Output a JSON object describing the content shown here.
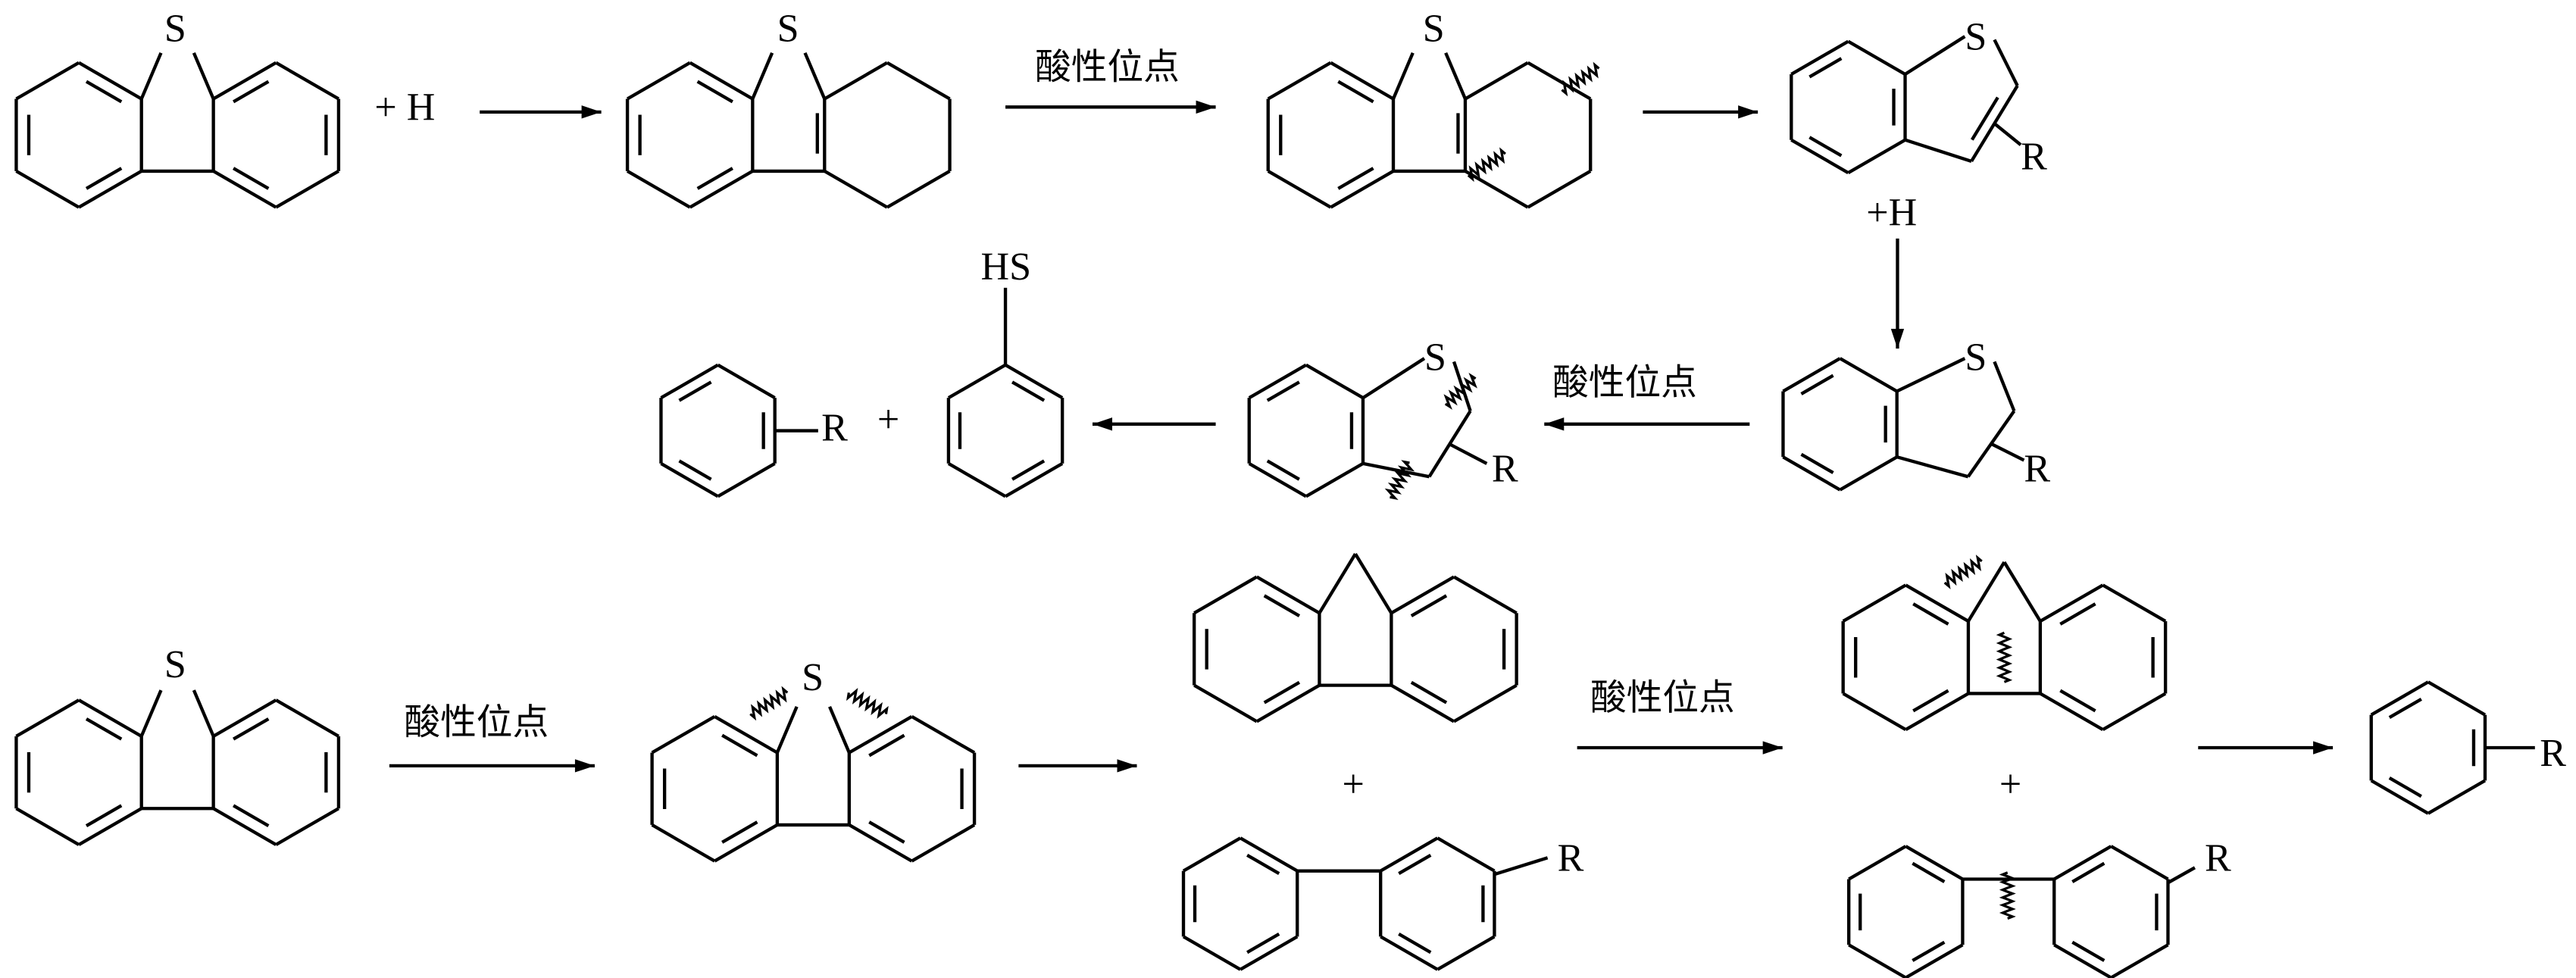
{
  "scheme": {
    "sulfur": "S",
    "thiol": "HS",
    "substituent": "R",
    "plus": "+",
    "hydrogen_reagent": "+ H",
    "hydrogen_step": "+H",
    "acid_site": "酸性位点"
  },
  "colors": {
    "ink": "#000000",
    "background": "#ffffff"
  }
}
